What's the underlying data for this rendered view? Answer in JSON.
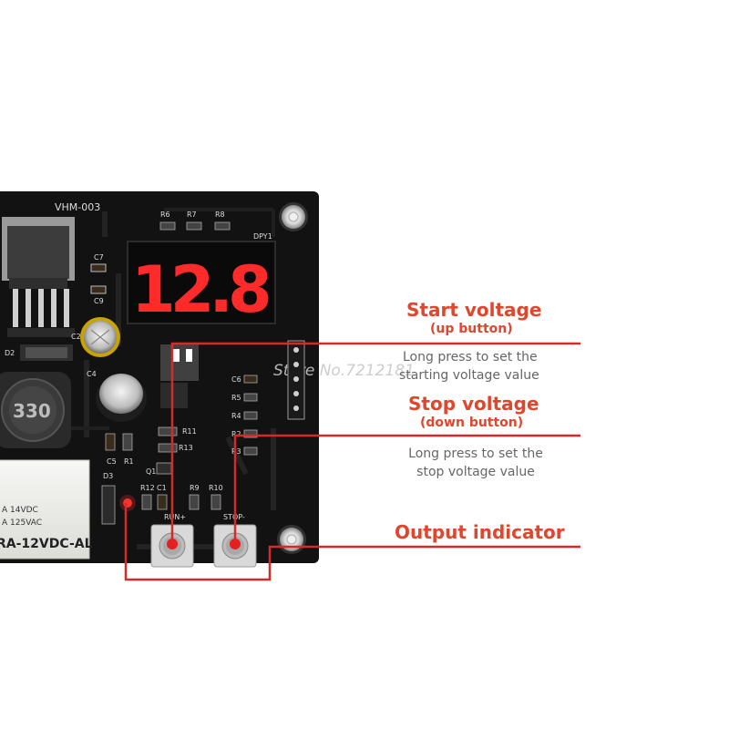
{
  "board": {
    "model_label": "VHM-003",
    "display_label": "DPY1",
    "display_value": "12.8",
    "inductor_label": "330",
    "watermark": "Store No.7212181",
    "relay_text_1": "A 14VDC",
    "relay_text_2": "A 125VAC",
    "relay_model": "RA-12VDC-AL",
    "run_button_label": "RUN+",
    "stop_button_label": "STOP-",
    "components": {
      "r6": "R6",
      "r7": "R7",
      "r8": "R8",
      "c7": "C7",
      "c9": "C9",
      "c2": "C2",
      "c4": "C4",
      "d2": "D2",
      "d3": "D3",
      "c5": "C5",
      "r1": "R1",
      "q1": "Q1",
      "r11": "R11",
      "r13": "R13",
      "r12": "R12",
      "c1": "C1",
      "r9": "R9",
      "r10": "R10",
      "c6": "C6",
      "r5": "R5",
      "r4": "R4",
      "r2": "R2",
      "r3": "R3"
    }
  },
  "callouts": {
    "start": {
      "title": "Start voltage",
      "subtitle": "(up button)",
      "desc_line1": "Long press to set the",
      "desc_line2": "starting voltage value"
    },
    "stop": {
      "title": "Stop voltage",
      "subtitle": "(down button)",
      "desc_line1": "Long press to set the",
      "desc_line2": "stop voltage value"
    },
    "output": {
      "title": "Output indicator"
    }
  },
  "colors": {
    "accent": "#e0462e",
    "pcb": "#111111",
    "led": "#ff2a2a"
  }
}
